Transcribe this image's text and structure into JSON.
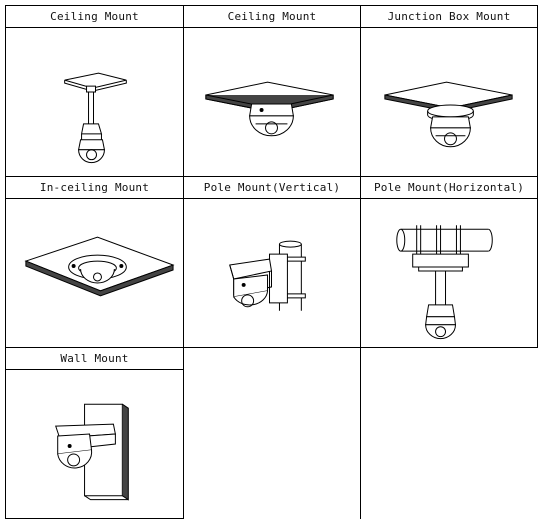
{
  "mounts": [
    {
      "label": "Ceiling Mount",
      "icon": "ceiling-pendant-mount-drawing"
    },
    {
      "label": "Ceiling Mount",
      "icon": "ceiling-flush-mount-drawing"
    },
    {
      "label": "Junction Box Mount",
      "icon": "junction-box-mount-drawing"
    },
    {
      "label": "In-ceiling Mount",
      "icon": "in-ceiling-mount-drawing"
    },
    {
      "label": "Pole Mount(Vertical)",
      "icon": "pole-mount-vertical-drawing"
    },
    {
      "label": "Pole Mount(Horizontal)",
      "icon": "pole-mount-horizontal-drawing"
    },
    {
      "label": "Wall Mount",
      "icon": "wall-mount-drawing"
    }
  ]
}
